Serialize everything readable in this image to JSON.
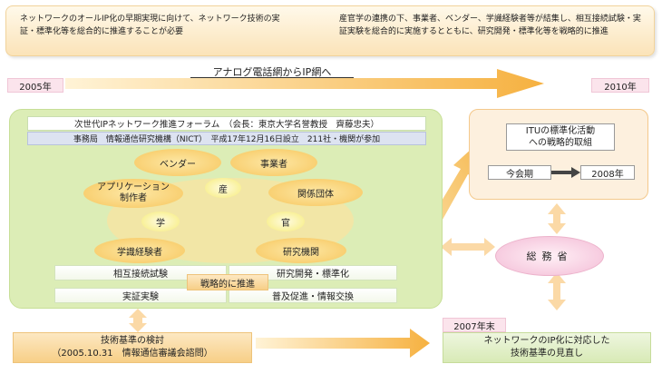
{
  "top": {
    "left_text": "ネットワークのオールIP化の早期実現に向けて、ネットワーク技術の実証・標準化等を総合的に推進することが必要",
    "right_text": "産官学の連携の下、事業者、ベンダー、学識経験者等が結集し、相互接続試験・実証実験を総合的に実施するとともに、研究開発・標準化等を戦略的に推進"
  },
  "timeline": {
    "start_year": "2005年",
    "end_year": "2010年",
    "arrow_label": "アナログ電話網からIP網へ"
  },
  "forum": {
    "title": "次世代IPネットワーク推進フォーラム　（会長：東京大学名誉教授　齊藤忠夫）",
    "subtitle": "事務局　情報通信研究機構（NICT）　平成17年12月16日設立　211社・機関が参加",
    "ovals": {
      "vendor": "ベンダー",
      "operator": "事業者",
      "app_creator": "アプリケーション\n制作者",
      "related_org": "関係団体",
      "academic_expert": "学識経験者",
      "research_inst": "研究機関"
    },
    "triangle": {
      "industry": "産",
      "academia": "学",
      "government": "官"
    },
    "activities": {
      "interop_test": "相互接続試験",
      "rd_standard": "研究開発・標準化",
      "demo_test": "実証実験",
      "promotion": "普及促進・情報交換",
      "strategic": "戦略的に推進"
    }
  },
  "itu": {
    "title": "ITUの標準化活動\nへの戦略的取組",
    "current_session": "今会期",
    "year_2008": "2008年"
  },
  "ministry": "総務省",
  "tech_review": {
    "line1": "技術基準の検討",
    "line2": "（2005.10.31　情報通信審議会諮問）"
  },
  "end_2007": "2007年末",
  "network_review": "ネットワークのIP化に対応した\n技術基準の見直し",
  "colors": {
    "arrow_orange": "#f7b649",
    "panel_green": "#dcedb6",
    "ministry_pink": "#f3bcd6"
  }
}
